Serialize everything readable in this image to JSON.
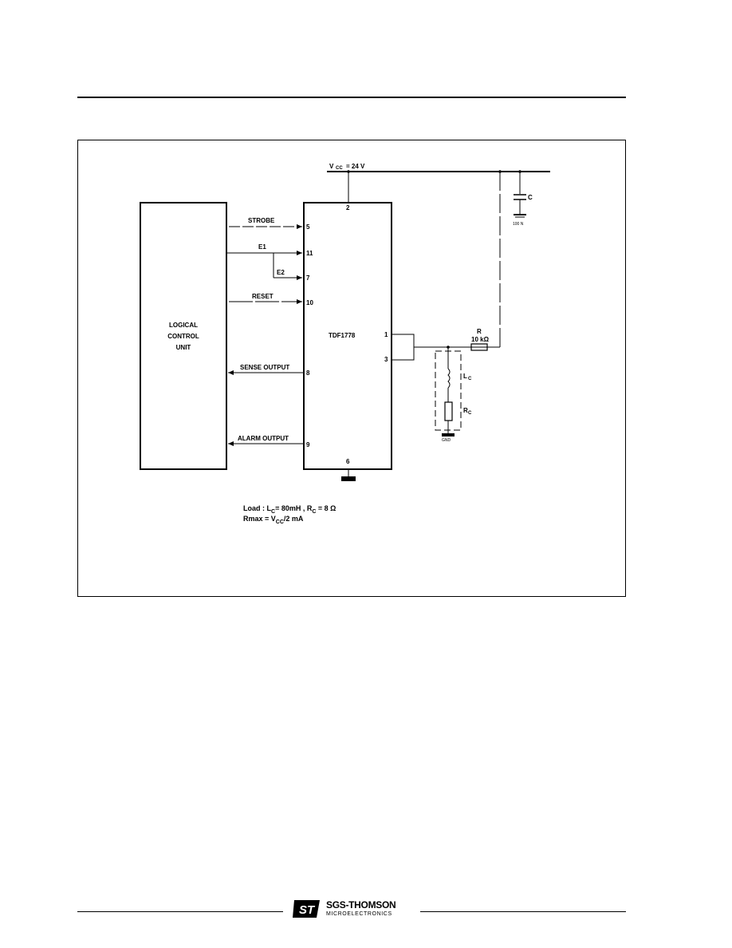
{
  "diagram": {
    "supply_label": "V",
    "supply_sub": "CC",
    "supply_value": "= 24 V",
    "capacitor_label": "C",
    "ground_label_cap": "100 N",
    "logical_unit": [
      "LOGICAL",
      "CONTROL",
      "UNIT"
    ],
    "ic_name": "TDF1778",
    "signals": {
      "strobe": "STROBE",
      "e1": "E1",
      "e2": "E2",
      "reset": "RESET",
      "sense_output": "SENSE OUTPUT",
      "alarm_output": "ALARM OUTPUT"
    },
    "pins": {
      "vcc": "2",
      "strobe": "5",
      "e1": "11",
      "e2": "7",
      "reset": "10",
      "sense": "8",
      "alarm": "9",
      "out1": "1",
      "out3": "3",
      "gnd": "6"
    },
    "resistor_label": "R",
    "resistor_value": "10 kΩ",
    "load_inductor": "L",
    "load_inductor_sub": "C",
    "load_resistor": "R",
    "load_resistor_sub": "C",
    "ground_label_load": "GND"
  },
  "notes": {
    "line1": "Load : L",
    "line1_sub": "C",
    "line1_rest": "=   80mH , R",
    "line1_sub2": "C",
    "line1_end": " = 8 Ω",
    "line2": "Rmax = V",
    "line2_sub": "CC",
    "line2_end": "/2 mA"
  },
  "footer": {
    "brand_name": "SGS-THOMSON",
    "brand_sub": "MICROELECTRONICS"
  }
}
